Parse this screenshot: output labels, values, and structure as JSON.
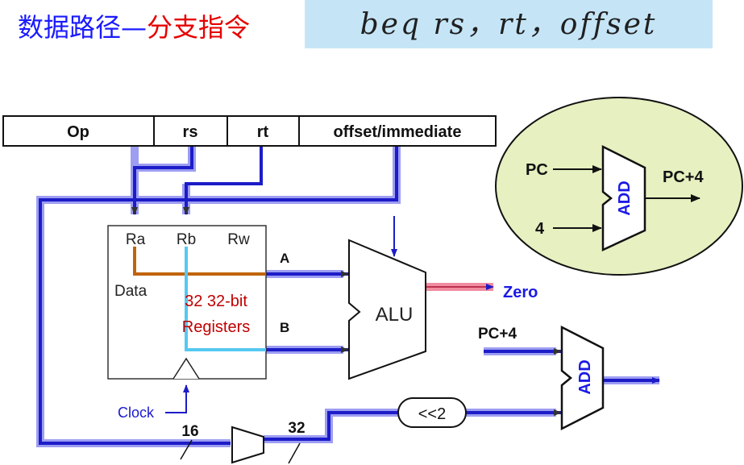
{
  "title": {
    "part1": "数据路径—",
    "part2": "分支指令"
  },
  "formula": "beq rs，rt，offset",
  "instruction_fields": [
    "Op",
    "rs",
    "rt",
    "offset/immediate"
  ],
  "register_file": {
    "ports": [
      "Ra",
      "Rb",
      "Rw"
    ],
    "data_label": "Data",
    "name_line1": "32 32-bit",
    "name_line2": "Registers",
    "clock_label": "Clock"
  },
  "alu": {
    "label": "ALU",
    "input_a": "A",
    "input_b": "B",
    "output": "Zero"
  },
  "branch_adder": {
    "input": "PC+4",
    "label": "ADD"
  },
  "shifter": {
    "label": "<<2"
  },
  "extender": {
    "in_width": "16",
    "out_width": "32"
  },
  "pc_adder": {
    "label": "ADD",
    "in1": "PC",
    "in2": "4",
    "out": "PC+4"
  },
  "colors": {
    "bus": "#1c1cc8",
    "glow": "#8c8cf0",
    "rs_path": "#c0640a",
    "rt_path": "#55c8f0",
    "zero_glow": "#f08ca0",
    "circle_fill": "#e6f0c0",
    "zero_text": "#1a1ae6",
    "reg_text": "#c00000"
  }
}
